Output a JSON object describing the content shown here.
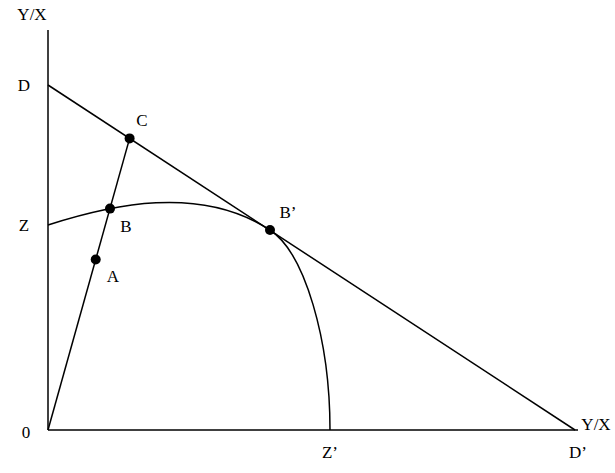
{
  "diagram": {
    "labels": [
      "Y/X",
      "D",
      "C",
      "Z",
      "B",
      "A",
      "B’",
      "0",
      "Z’",
      "D’",
      "Y/X"
    ]
  }
}
